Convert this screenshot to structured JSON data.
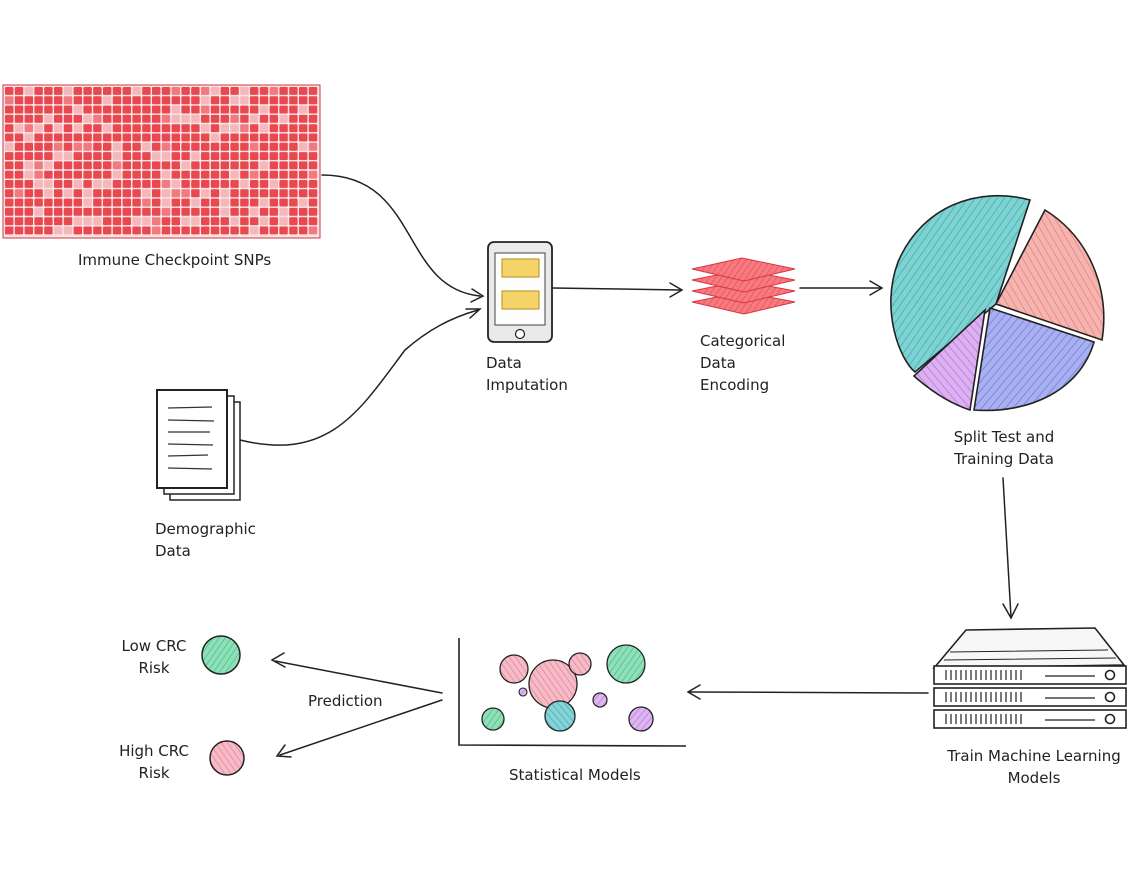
{
  "labels": {
    "snps": "Immune Checkpoint SNPs",
    "demographic": "Demographic\nData",
    "imputation": "Data\nImputation",
    "encoding": "Categorical\nData\nEncoding",
    "split": "Split Test and\nTraining Data",
    "train": "Train Machine Learning\nModels",
    "statistical": "Statistical Models",
    "prediction": "Prediction",
    "low_risk": "Low CRC\nRisk",
    "high_risk": "High CRC\nRisk"
  },
  "colors": {
    "snp_red": "#e8484f",
    "snp_light": "#f4b8bb",
    "imputation_card": "#f5d46a",
    "encoding_layers": "#f0656b",
    "pie_teal": "#5ec4c4",
    "pie_salmon": "#f09a96",
    "pie_blue": "#8a93e6",
    "pie_purple": "#c88ee8",
    "green": "#5ecf9a",
    "pink": "#ef97a9",
    "purple": "#c98ee8",
    "ink": "#222222"
  },
  "icons": {
    "snps": "snp-grid-icon",
    "demographic": "document-stack-icon",
    "imputation": "tablet-icon",
    "encoding": "layers-icon",
    "split": "pie-chart-icon",
    "train": "server-rack-icon",
    "statistical": "bubble-plot-icon"
  }
}
